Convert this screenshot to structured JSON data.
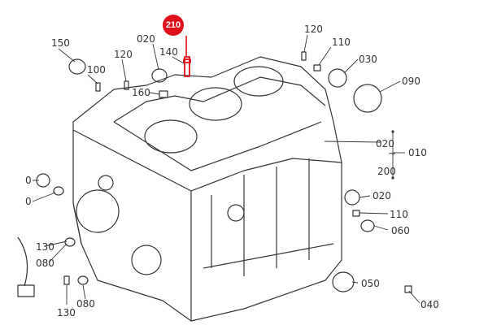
{
  "highlight": {
    "label": "210",
    "color": "#e0101a"
  },
  "callouts": {
    "c150": "150",
    "c100": "100",
    "c120a": "120",
    "c020a": "020",
    "c140": "140",
    "c160": "160",
    "c120b": "120",
    "c110a": "110",
    "c030": "030",
    "c090": "090",
    "c020b": "020",
    "c010": "010",
    "c200": "200",
    "c020c": "020",
    "c110b": "110",
    "c060": "060",
    "c050": "050",
    "c040": "040",
    "c130a": "130",
    "c080a": "080",
    "c080b": "080",
    "c130b": "130",
    "ell1": "0",
    "ell2": "0"
  },
  "range_marker": "~",
  "colors": {
    "line": "#333333",
    "accent": "#e0101a"
  }
}
